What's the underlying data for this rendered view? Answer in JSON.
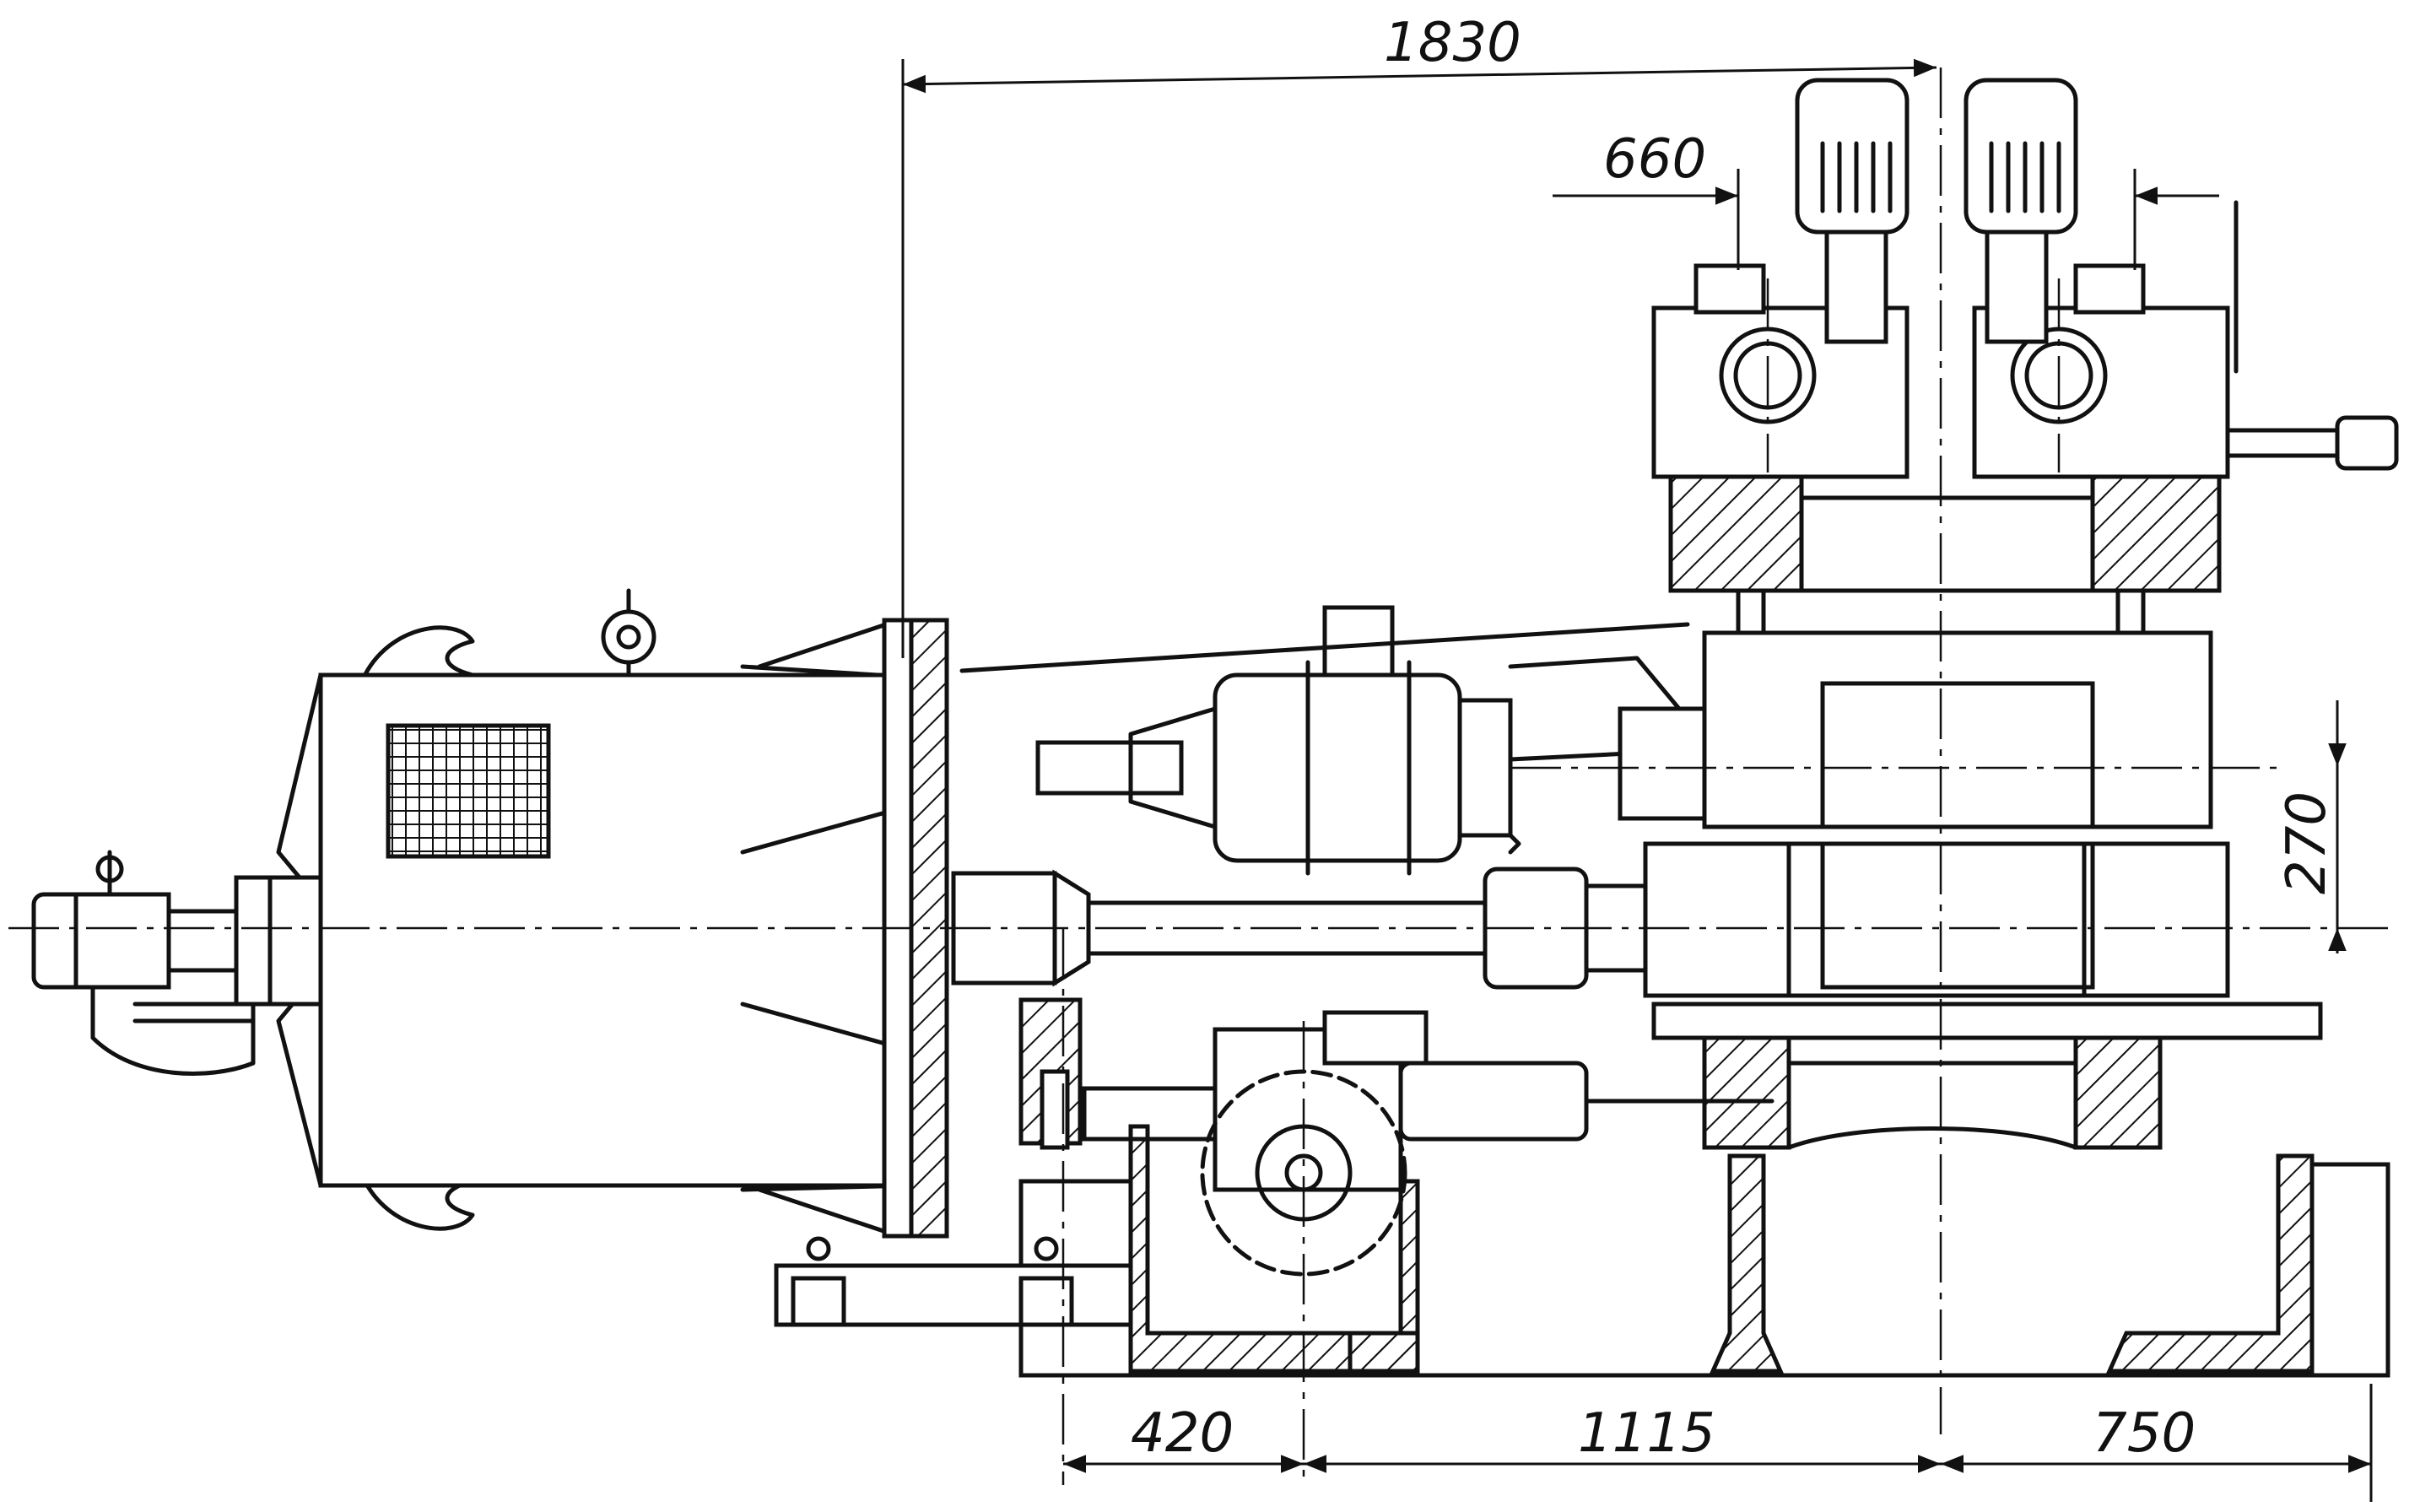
{
  "drawing": {
    "dimensions": {
      "overall_length": "1830",
      "roll_spacing_top": "660",
      "vertical_offset": "270",
      "base_left": "420",
      "base_middle": "1115",
      "base_right": "750"
    }
  }
}
